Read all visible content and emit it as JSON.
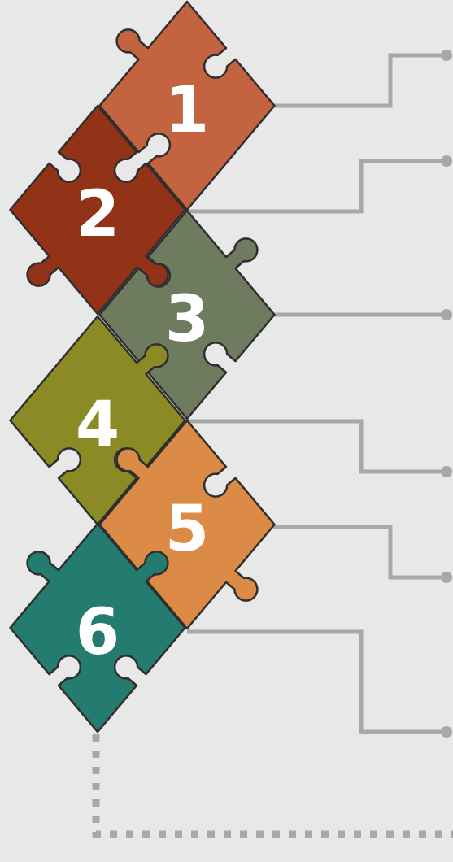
{
  "colors": {
    "background": "#e8e8e8",
    "connector": "#a8a8a8",
    "outline": "#2f2f2f",
    "label": "#ffffff"
  },
  "pieces": [
    {
      "label": "1",
      "color": "#c4633f"
    },
    {
      "label": "2",
      "color": "#923217"
    },
    {
      "label": "3",
      "color": "#6f7b5f"
    },
    {
      "label": "4",
      "color": "#8b8a24"
    },
    {
      "label": "5",
      "color": "#dc8b46"
    },
    {
      "label": "6",
      "color": "#247b70"
    }
  ]
}
